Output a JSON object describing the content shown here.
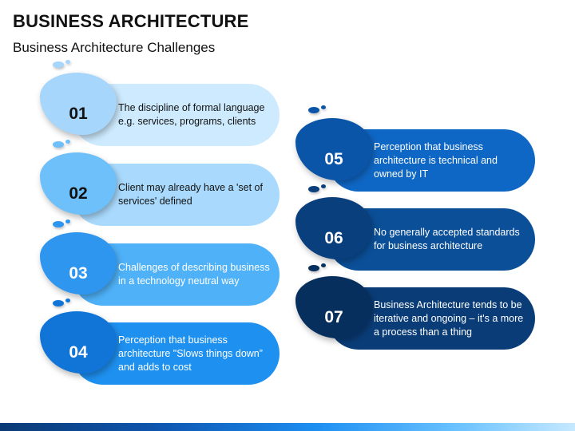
{
  "header": {
    "title": "BUSINESS ARCHITECTURE",
    "subtitle": "Business Architecture Challenges"
  },
  "items": [
    {
      "number": "01",
      "text": "The discipline of formal language e.g. services, programs, clients",
      "pill_color": "#cdeafe",
      "blob_color": "#a6d6fb",
      "text_color": "#111111",
      "number_color": "#111111"
    },
    {
      "number": "02",
      "text": "Client may already have a 'set of services' defined",
      "pill_color": "#a9dafd",
      "blob_color": "#6dc0f9",
      "text_color": "#111111",
      "number_color": "#111111"
    },
    {
      "number": "03",
      "text": "Challenges of describing business in a technology neutral way",
      "pill_color": "#4fb2f9",
      "blob_color": "#2f96ef",
      "text_color": "#ffffff",
      "number_color": "#ffffff"
    },
    {
      "number": "04",
      "text": "Perception that business architecture \"Slows things down” and adds to cost",
      "pill_color": "#1e90f0",
      "blob_color": "#1175d8",
      "text_color": "#ffffff",
      "number_color": "#ffffff"
    },
    {
      "number": "05",
      "text": "Perception that business architecture is technical and owned by IT",
      "pill_color": "#0f67c5",
      "blob_color": "#0b55a8",
      "text_color": "#ffffff",
      "number_color": "#ffffff"
    },
    {
      "number": "06",
      "text": "No generally accepted standards for business architecture",
      "pill_color": "#0b4f98",
      "blob_color": "#093f7c",
      "text_color": "#ffffff",
      "number_color": "#ffffff"
    },
    {
      "number": "07",
      "text": "Business Architecture tends to be iterative and ongoing – it's a more a process than a thing",
      "pill_color": "#0a3d78",
      "blob_color": "#072f5e",
      "text_color": "#ffffff",
      "number_color": "#ffffff"
    }
  ]
}
